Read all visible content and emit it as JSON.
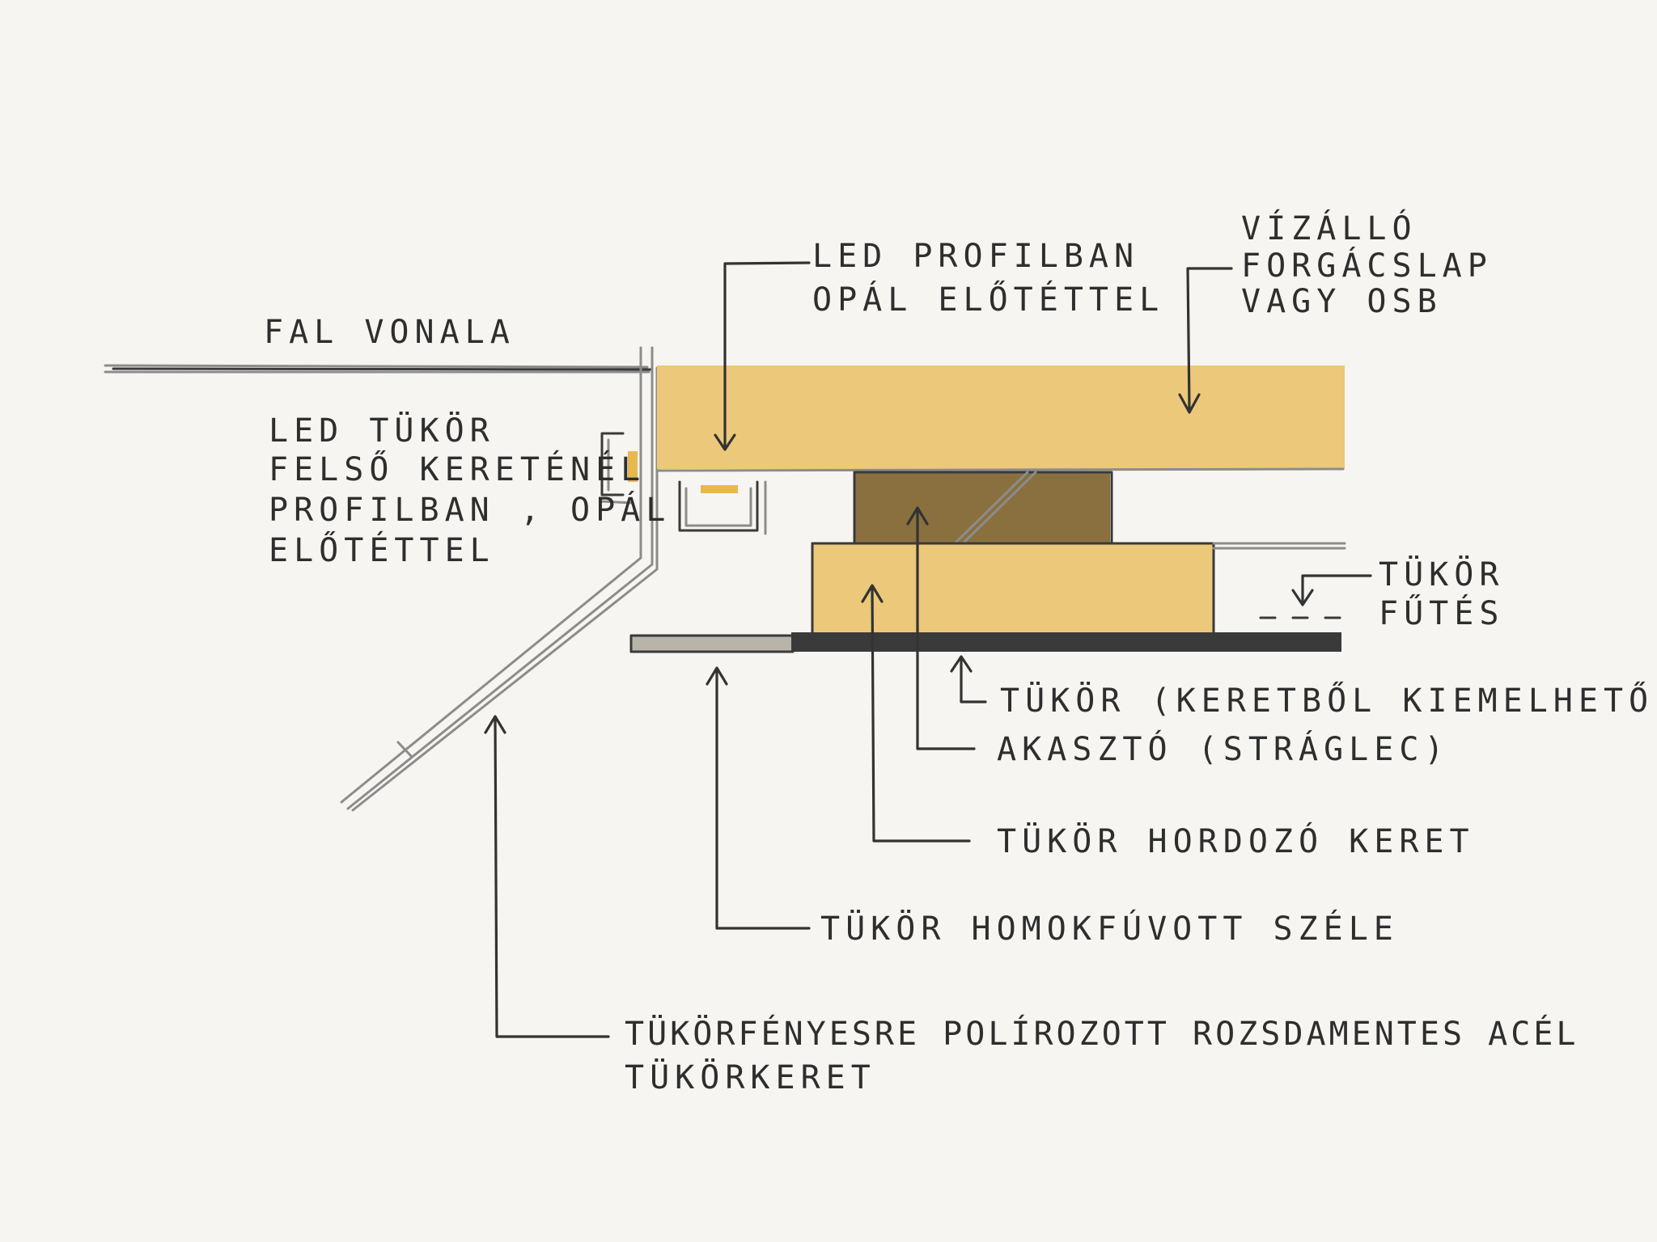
{
  "colors": {
    "background": "#f6f5f1",
    "board": "#ecc87a",
    "hanger": "#8a703e",
    "mirror_dark": "#3a3a3a",
    "mirror_edge": "#b8b4aa",
    "led_accent": "#e8b850",
    "pencil": "#3a3a3a"
  },
  "labels": {
    "wall_line": "FAL VONALA",
    "led_frame": [
      "LED TÜKÖR",
      "FELSŐ KERETÉNÉL",
      "PROFILBAN , OPÁL",
      "ELŐTÉTTEL"
    ],
    "led_profile": [
      "LED PROFILBAN",
      "OPÁL ELŐTÉTTEL"
    ],
    "board": [
      "VÍZÁLLÓ",
      "FORGÁCSLAP",
      "VAGY OSB"
    ],
    "heating": [
      "TÜKÖR",
      "FŰTÉS"
    ],
    "mirror": "TÜKÖR (KERETBŐL KIEMELHETŐ)",
    "hanger": "AKASZTÓ (STRÁGLEC)",
    "carrier": "TÜKÖR HORDOZÓ KERET",
    "sandblasted": "TÜKÖR HOMOKFÚVOTT SZÉLE",
    "steel_frame": [
      "TÜKÖRFÉNYESRE POLÍROZOTT ROZSDAMENTES ACÉL",
      "TÜKÖRKERET"
    ]
  }
}
